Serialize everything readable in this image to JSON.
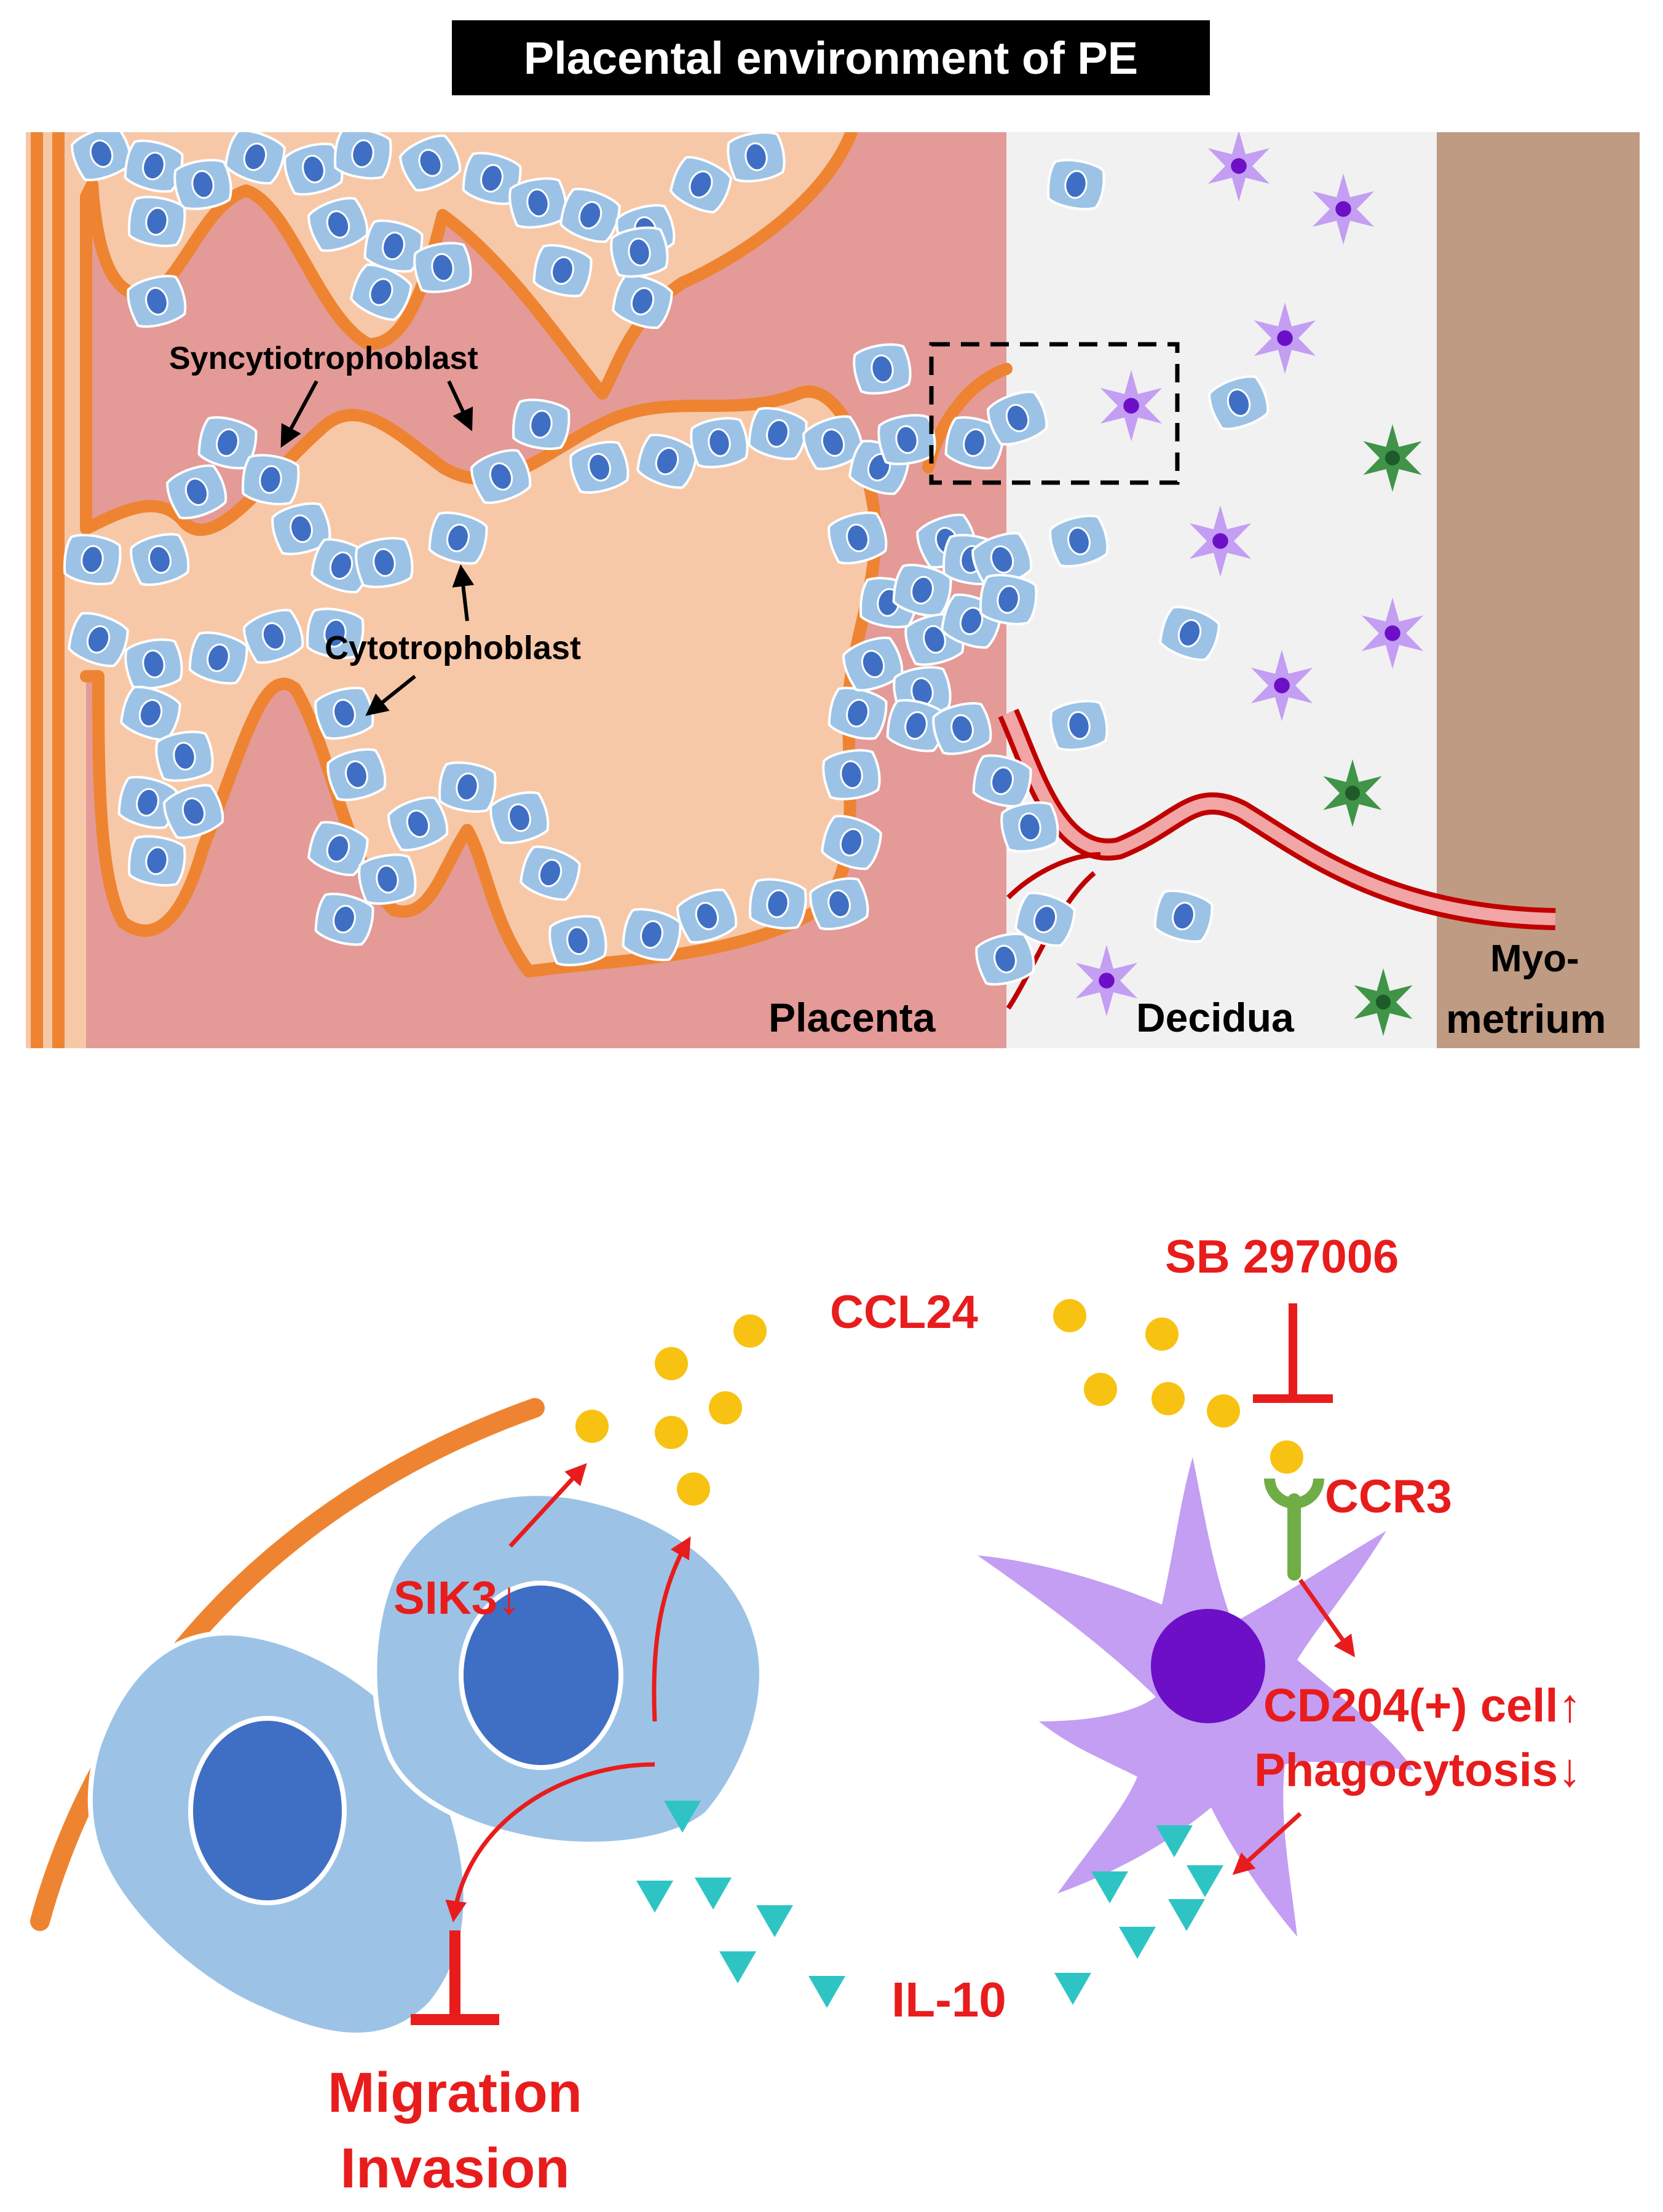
{
  "title": "Placental environment of PE",
  "top_panel": {
    "labels": {
      "syncytiotrophoblast": "Syncytiotrophoblast",
      "cytotrophoblast": "Cytotrophoblast",
      "placenta": "Placenta",
      "decidua": "Decidua",
      "myometrium_line1": "Myo-",
      "myometrium_line2": "metrium"
    }
  },
  "bottom_panel": {
    "labels": {
      "ccl24": "CCL24",
      "sb297006": "SB 297006",
      "ccr3": "CCR3",
      "sik3": "SIK3↓",
      "cd204": "CD204(+) cell↑",
      "phagocytosis": "Phagocytosis↓",
      "il10": "IL-10",
      "migration": "Migration",
      "invasion": "Invasion"
    }
  },
  "colors": {
    "villus_core": "#f7c8a8",
    "maternal_blood": "#e49a97",
    "decidua": "#f1f1f1",
    "myometrium": "#bf9b84",
    "syncytium": "#ee8431",
    "trophoblast_cell": "#9cc3e6",
    "nucleus": "#3f6fc4",
    "macrophage": "#c39ef2",
    "macrophage_nucleus": "#6c0fc7",
    "other_immune_cell": "#3f9448",
    "artery": "#c00000",
    "ccl24_dot": "#f8c212",
    "il10_triangle": "#2fc4c4",
    "ccr3_receptor": "#70ad47",
    "annotation_red": "#e81c1c"
  }
}
